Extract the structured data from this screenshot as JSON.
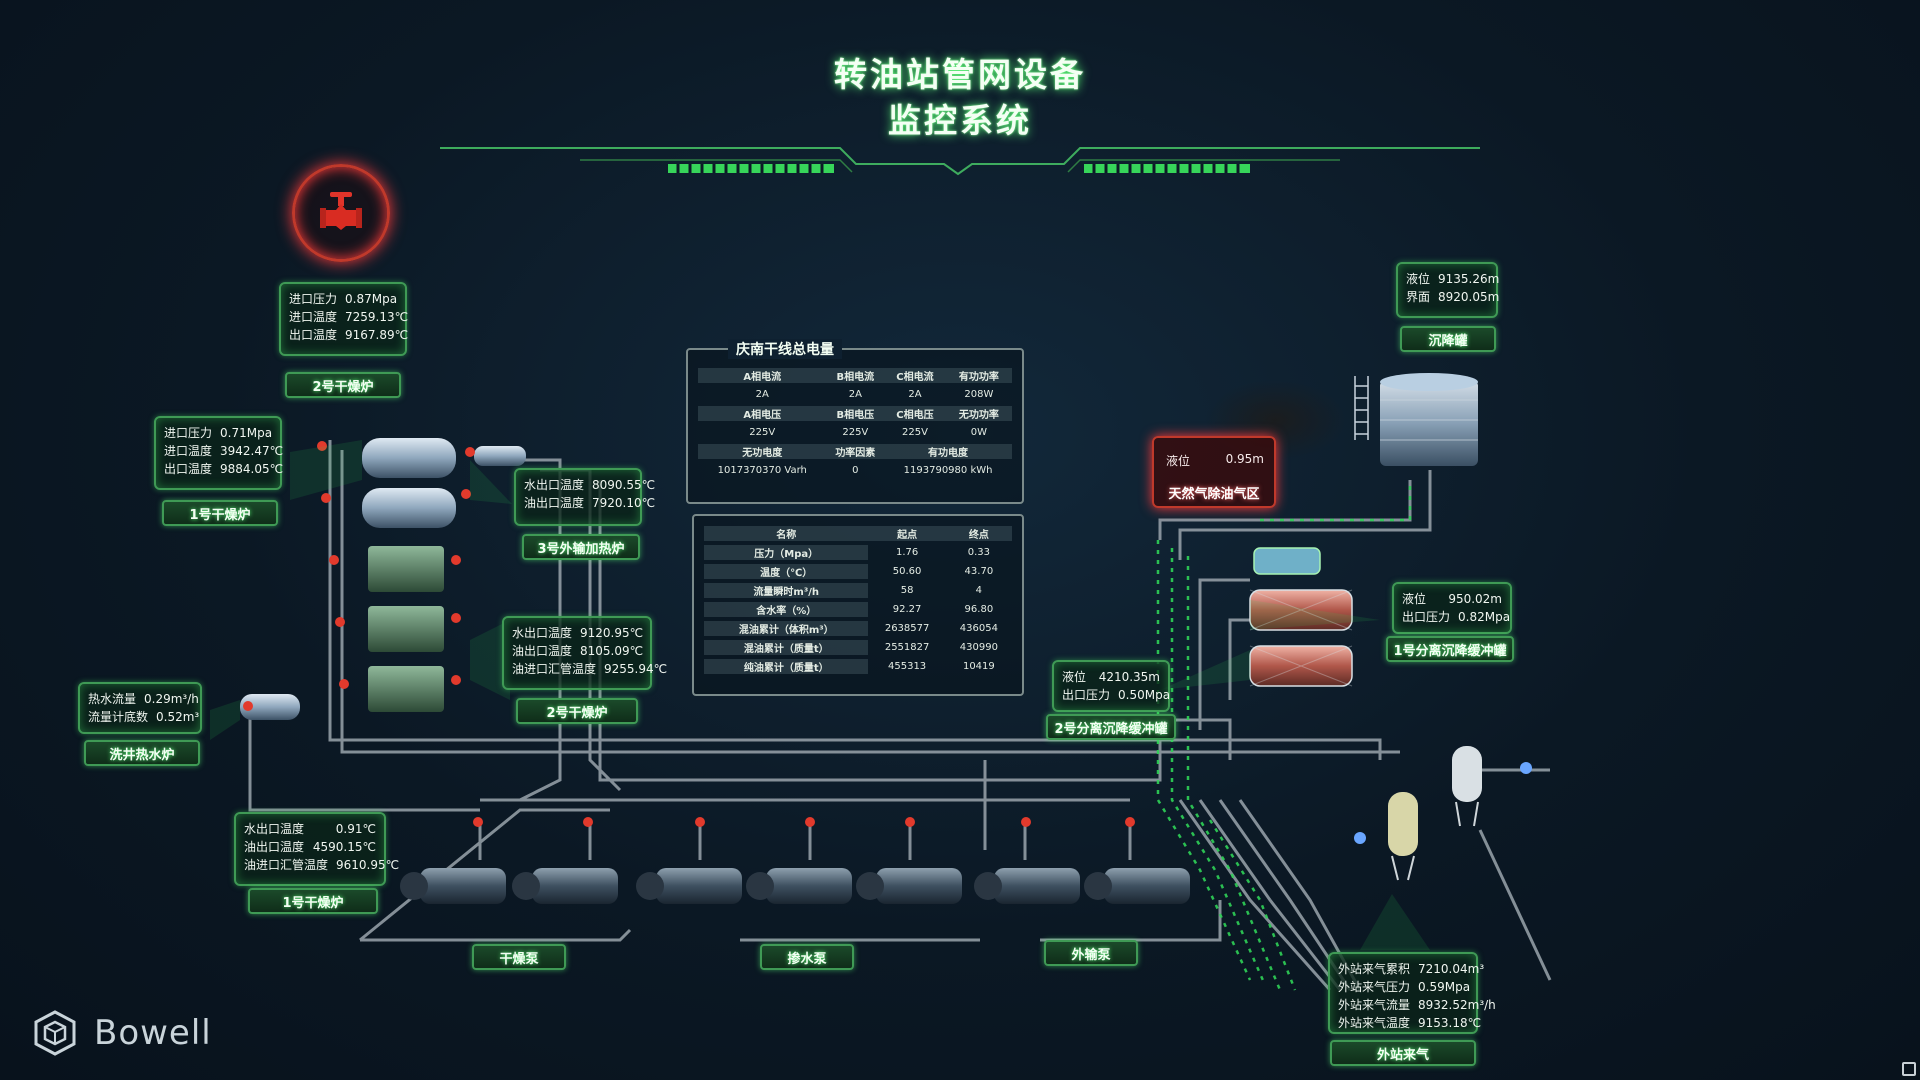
{
  "header": {
    "title_line1": "转油站管网设备",
    "title_line2": "监控系统"
  },
  "panels": {
    "furnace2_top": {
      "rows": [
        {
          "k": "进口压力",
          "v": "0.87Mpa"
        },
        {
          "k": "进口温度",
          "v": "7259.13℃"
        },
        {
          "k": "出口温度",
          "v": "9167.89℃"
        }
      ],
      "label": "2号干燥炉"
    },
    "furnace1_left": {
      "rows": [
        {
          "k": "进口压力",
          "v": "0.71Mpa"
        },
        {
          "k": "进口温度",
          "v": "3942.47℃"
        },
        {
          "k": "出口温度",
          "v": "9884.05℃"
        }
      ],
      "label": "1号干燥炉"
    },
    "heater3": {
      "rows": [
        {
          "k": "水出口温度",
          "v": "8090.55℃"
        },
        {
          "k": "油出口温度",
          "v": "7920.10℃"
        }
      ],
      "label": "3号外输加热炉"
    },
    "furnace2_mid": {
      "rows": [
        {
          "k": "水出口温度",
          "v": "9120.95℃"
        },
        {
          "k": "油出口温度",
          "v": "8105.09℃"
        },
        {
          "k": "油进口汇管温度",
          "v": "9255.94℃"
        }
      ],
      "label": "2号干燥炉"
    },
    "wash_pump": {
      "rows": [
        {
          "k": "热水流量",
          "v": "0.29m³/h"
        },
        {
          "k": "流量计底数",
          "v": "0.52m³"
        }
      ],
      "label": "洗井热水炉"
    },
    "furnace1_bottom": {
      "rows": [
        {
          "k": "水出口温度",
          "v": "0.91℃"
        },
        {
          "k": "油出口温度",
          "v": "4590.15℃"
        },
        {
          "k": "油进口汇管温度",
          "v": "9610.95℃"
        }
      ],
      "label": "1号干燥炉"
    },
    "settling_tank": {
      "rows": [
        {
          "k": "液位",
          "v": "9135.26m"
        },
        {
          "k": "界面",
          "v": "8920.05m"
        }
      ],
      "label": "沉降罐"
    },
    "separator1": {
      "rows": [
        {
          "k": "液位",
          "v": "950.02m"
        },
        {
          "k": "出口压力",
          "v": "0.82Mpa"
        }
      ],
      "label": "1号分离沉降缓冲罐"
    },
    "separator2": {
      "rows": [
        {
          "k": "液位",
          "v": "4210.35m"
        },
        {
          "k": "出口压力",
          "v": "0.50Mpa"
        }
      ],
      "label": "2号分离沉降缓冲罐"
    },
    "external_gas": {
      "rows": [
        {
          "k": "外站来气累积",
          "v": "7210.04m³"
        },
        {
          "k": "外站来气压力",
          "v": "0.59Mpa"
        },
        {
          "k": "外站来气流量",
          "v": "8932.52m³/h"
        },
        {
          "k": "外站来气温度",
          "v": "9153.18℃"
        }
      ],
      "label": "外站来气"
    }
  },
  "alarm": {
    "k": "液位",
    "v": "0.95m",
    "label": "天然气除油气区"
  },
  "power_table": {
    "title": "庆南干线总电量",
    "rows": [
      {
        "type": "h",
        "cells": [
          "A相电流",
          "B相电流",
          "C相电流",
          "有功功率"
        ]
      },
      {
        "type": "d",
        "cells": [
          "2A",
          "2A",
          "2A",
          "208W"
        ]
      },
      {
        "type": "h",
        "cells": [
          "A相电压",
          "B相电压",
          "C相电压",
          "无功功率"
        ]
      },
      {
        "type": "d",
        "cells": [
          "225V",
          "225V",
          "225V",
          "0W"
        ]
      },
      {
        "type": "h",
        "cells": [
          "无功电度",
          "功率因素",
          "有功电度",
          ""
        ]
      },
      {
        "type": "d",
        "cells": [
          "1017370370 Varh",
          "0",
          "1193790980 kWh",
          ""
        ]
      }
    ]
  },
  "flow_table": {
    "headers": [
      "名称",
      "起点",
      "终点"
    ],
    "rows": [
      [
        "压力（Mpa）",
        "1.76",
        "0.33"
      ],
      [
        "温度（℃）",
        "50.60",
        "43.70"
      ],
      [
        "流量瞬时m³/h",
        "58",
        "4"
      ],
      [
        "含水率（%）",
        "92.27",
        "96.80"
      ],
      [
        "混油累计（体积m³）",
        "2638577",
        "436054"
      ],
      [
        "混油累计（质量t）",
        "2551827",
        "430990"
      ],
      [
        "纯油累计（质量t）",
        "455313",
        "10419"
      ]
    ]
  },
  "pump_labels": {
    "dry_pump": "干燥泵",
    "water_pump": "掺水泵",
    "export_pump": "外输泵"
  },
  "brand": {
    "name": "Bowell"
  },
  "colors": {
    "accent_green": "#3f9a55",
    "glow_green": "#59ff78",
    "alarm_red": "#c0392b",
    "pipe": "#9aa4ac"
  },
  "icons": {
    "valve": "valve-icon",
    "logo": "cube-logo-icon",
    "fullscreen": "fullscreen-icon"
  }
}
